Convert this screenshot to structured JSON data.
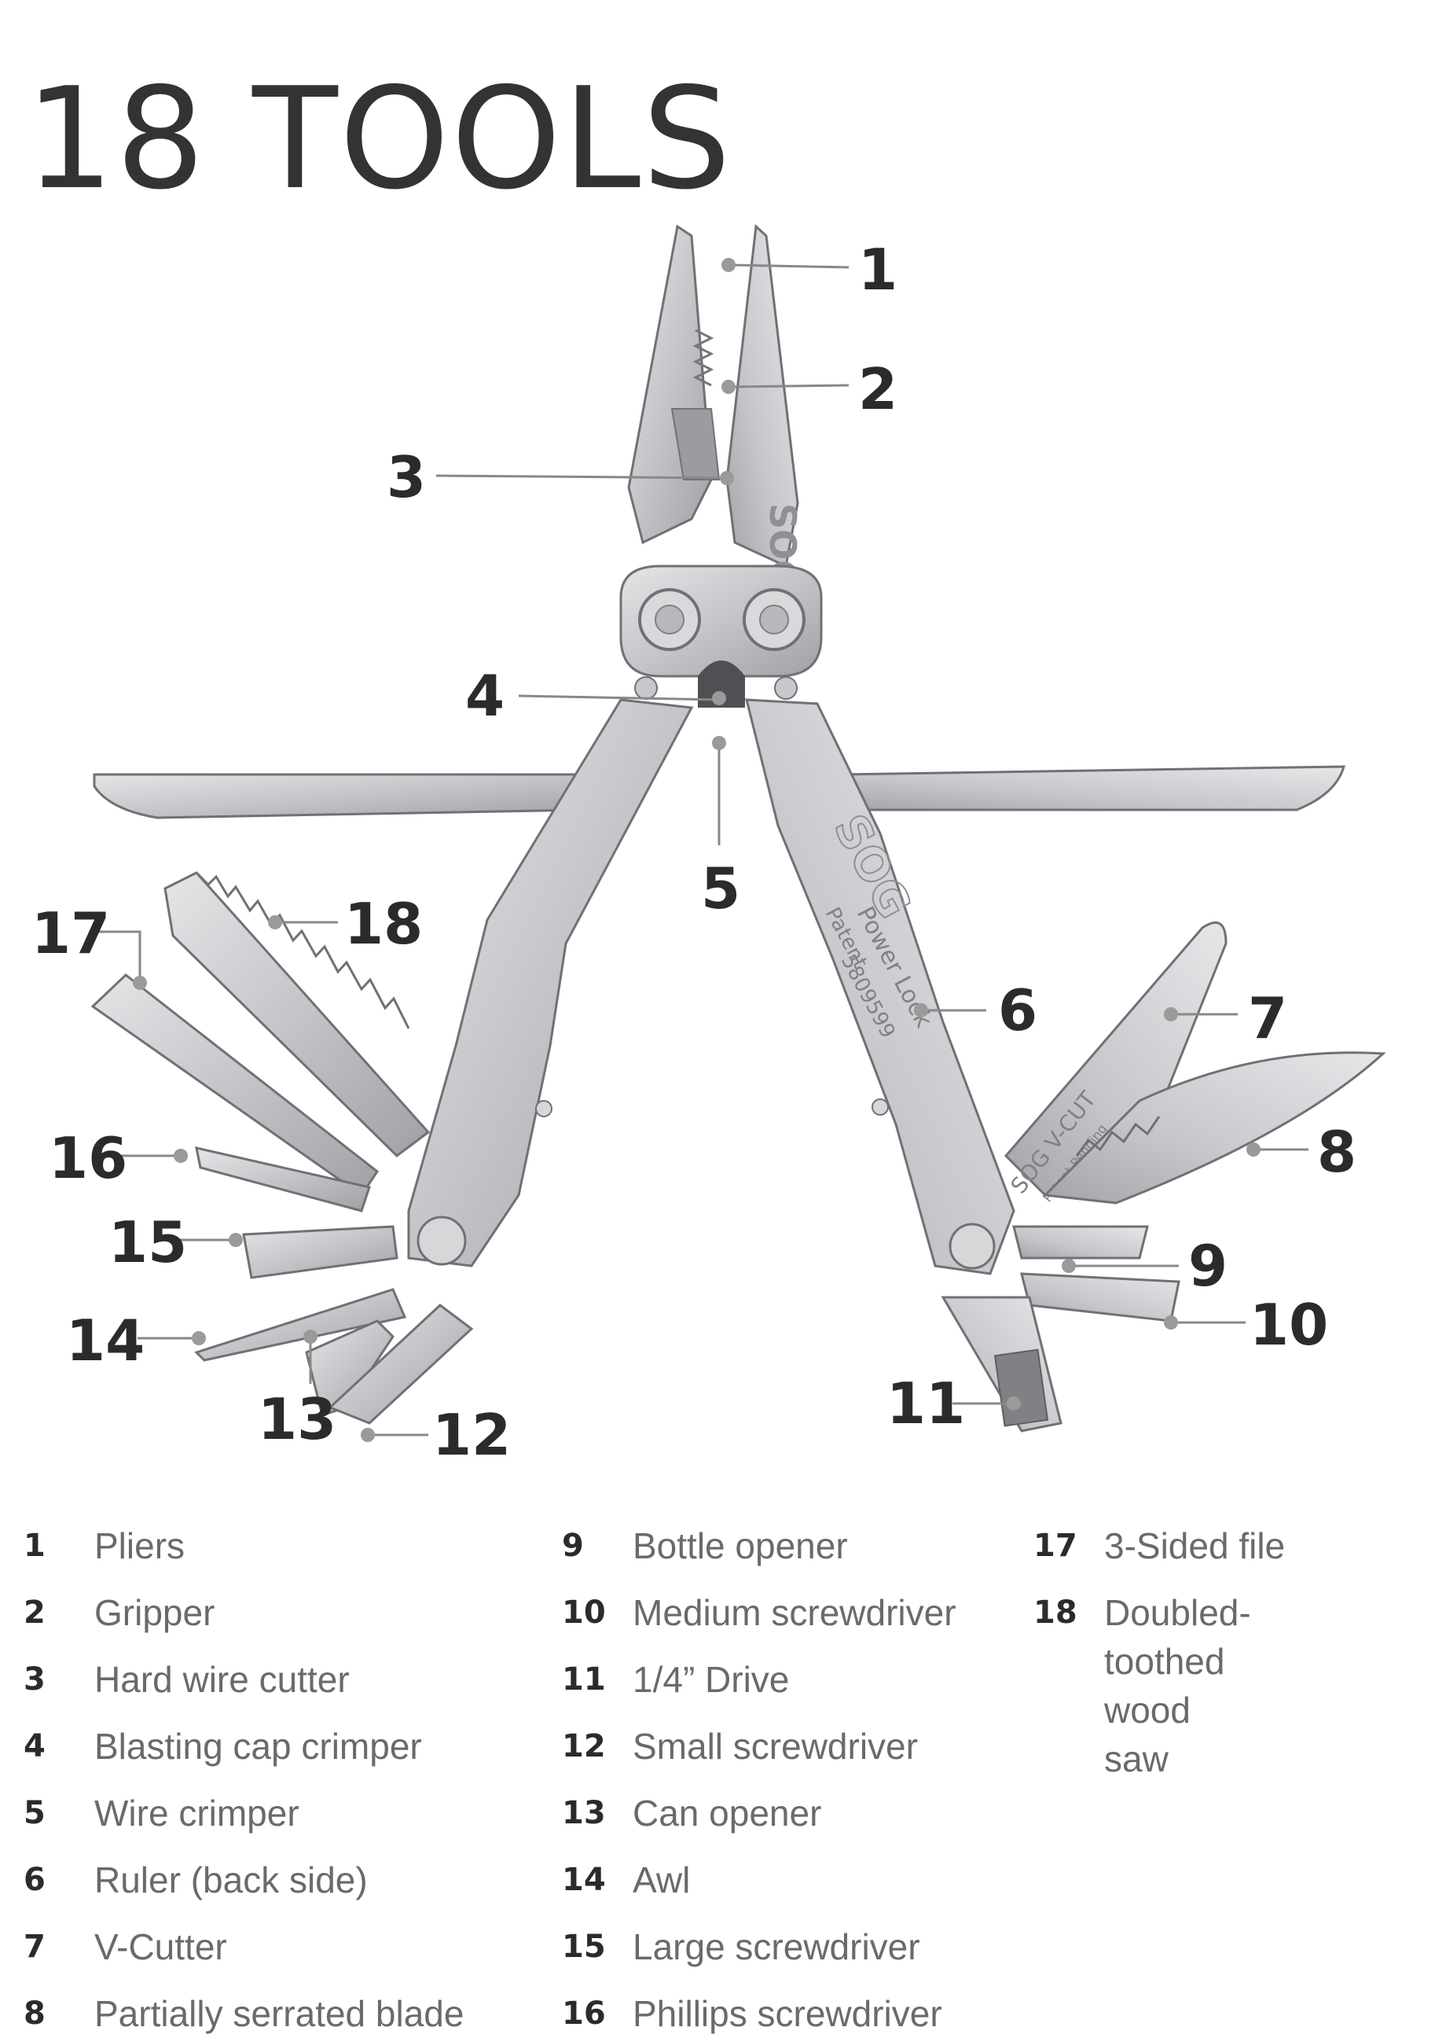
{
  "title": "18 TOOLS",
  "brand": {
    "logo_text": "SOG",
    "handle_text": [
      "Power Lock",
      "Patent",
      "5809599"
    ],
    "vcut_text": [
      "SOG V-CUT",
      "Patent Pending"
    ]
  },
  "colors": {
    "steel": "#c9cacc",
    "steel_dark": "#8e9094",
    "steel_edge": "#6f7175",
    "callout": "#888888",
    "text_dark": "#2b2b2b",
    "text_light": "#6a6a6a"
  },
  "callouts": [
    "1",
    "2",
    "3",
    "4",
    "5",
    "6",
    "7",
    "8",
    "9",
    "10",
    "11",
    "12",
    "13",
    "14",
    "15",
    "16",
    "17",
    "18"
  ],
  "legend": [
    {
      "num": "1",
      "label": "Pliers"
    },
    {
      "num": "2",
      "label": "Gripper"
    },
    {
      "num": "3",
      "label": "Hard wire cutter"
    },
    {
      "num": "4",
      "label": "Blasting cap crimper"
    },
    {
      "num": "5",
      "label": "Wire crimper"
    },
    {
      "num": "6",
      "label": "Ruler (back side)"
    },
    {
      "num": "7",
      "label": "V-Cutter"
    },
    {
      "num": "8",
      "label": "Partially serrated blade"
    },
    {
      "num": "9",
      "label": "Bottle opener"
    },
    {
      "num": "10",
      "label": "Medium screwdriver"
    },
    {
      "num": "11",
      "label": "1/4” Drive"
    },
    {
      "num": "12",
      "label": "Small screwdriver"
    },
    {
      "num": "13",
      "label": "Can opener"
    },
    {
      "num": "14",
      "label": "Awl"
    },
    {
      "num": "15",
      "label": "Large screwdriver"
    },
    {
      "num": "16",
      "label": "Phillips screwdriver"
    },
    {
      "num": "17",
      "label": "3-Sided file"
    },
    {
      "num": "18",
      "label": "Doubled-toothed\nwood saw"
    }
  ]
}
